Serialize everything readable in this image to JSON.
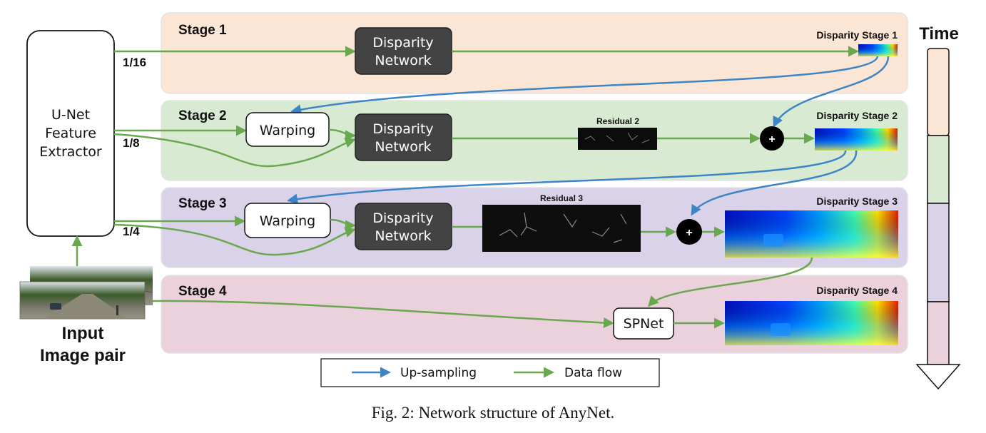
{
  "stages": [
    {
      "label": "Stage 1",
      "output_label": "Disparity Stage 1",
      "color": "#fbe5d5"
    },
    {
      "label": "Stage 2",
      "output_label": "Disparity Stage 2",
      "color": "#d9ead3"
    },
    {
      "label": "Stage 3",
      "output_label": "Disparity Stage 3",
      "color": "#d9d2e9"
    },
    {
      "label": "Stage 4",
      "output_label": "Disparity Stage 4",
      "color": "#ead1dc"
    }
  ],
  "feature_extractor": {
    "line1": "U-Net",
    "line2": "Feature",
    "line3": "Extractor"
  },
  "scales": [
    "1/16",
    "1/8",
    "1/4"
  ],
  "disparity_network": {
    "line1": "Disparity",
    "line2": "Network"
  },
  "warping_label": "Warping",
  "spnet_label": "SPNet",
  "residual_labels": [
    "Residual 2",
    "Residual 3"
  ],
  "plus_symbol": "+",
  "input": {
    "line1": "Input",
    "line2": "Image pair"
  },
  "time_label": "Time",
  "legend": {
    "upsampling": "Up-sampling",
    "dataflow": "Data flow",
    "upsampling_color": "#3d85c6",
    "dataflow_color": "#6aa84f"
  },
  "caption": "Fig. 2: Network structure of AnyNet."
}
